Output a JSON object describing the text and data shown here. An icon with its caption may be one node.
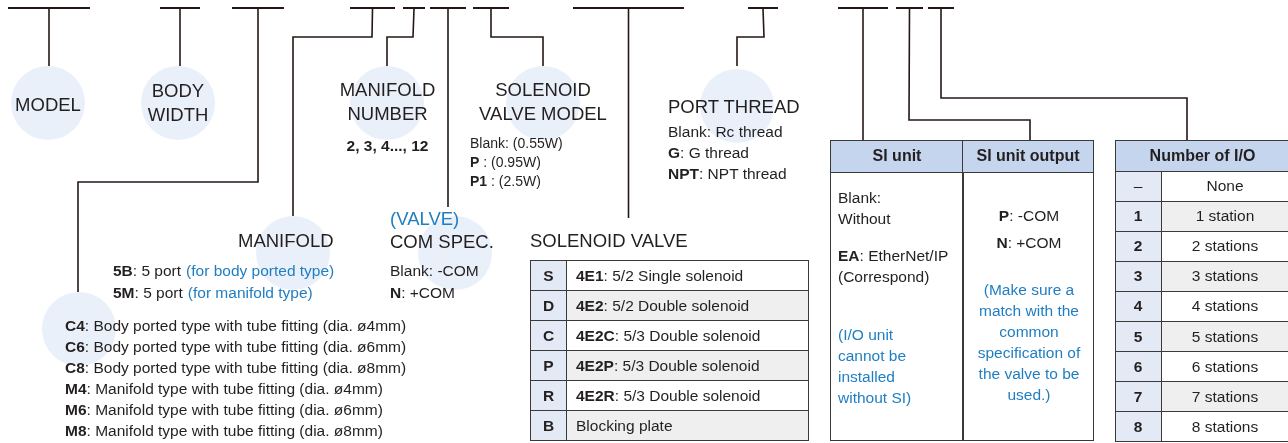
{
  "diagram": {
    "nodes": [
      {
        "text": [],
        "shape": "bar"
      },
      {
        "text": [],
        "shape": "bar"
      },
      {
        "text": [],
        "shape": "bar"
      },
      {
        "text": [],
        "shape": "bar"
      },
      {
        "text": [],
        "shape": "bar"
      },
      {
        "text": [],
        "shape": "bar"
      },
      {
        "text": [],
        "shape": "bar"
      },
      {
        "text": [],
        "shape": "bar"
      },
      {
        "text": [],
        "shape": "bar"
      },
      {
        "text": [],
        "shape": "bar"
      },
      {
        "text": [],
        "shape": "bar"
      },
      {
        "text": [],
        "shape": "bar"
      },
      {
        "text": [
          "MODEL"
        ]
      },
      {
        "text": [
          "BODY WIDTH"
        ]
      },
      {
        "text": [
          "MANIFOLD NUMBER",
          "**2, 3, 4..., 12**"
        ]
      },
      {
        "text": [
          "SOLENOID VALVE MODEL",
          "Blank: (0.55W)",
          "**P** : (0.95W)",
          "**P1** : (2.5W)"
        ]
      },
      {
        "text": [
          "PORT THREAD",
          "Blank: Rc thread",
          "**G**: G thread",
          "**NPT**: NPT thread"
        ]
      },
      {
        "text": [
          "SI unit",
          "Blank: Without",
          "**EA**: EtherNet/IP (Correspond)",
          "(I/O unit cannot be installed without SI)"
        ]
      },
      {
        "text": [
          "SI unit output",
          "**P**: -COM",
          "**N**: +COM",
          "(Make sure a match with the common specification of the valve to be used.)"
        ]
      },
      {
        "text": [
          "Number of I/O"
        ]
      },
      {
        "text": [
          "MANIFOLD",
          "**5B**: 5 port",
          "(for body ported type)",
          "**5M**: 5 port",
          "(for manifold type)"
        ]
      },
      {
        "text": [
          "(VALVE)",
          "COM SPEC.",
          "Blank: -COM",
          "**N**: +COM"
        ]
      },
      {
        "text": [
          "SOLENOID VALVE"
        ]
      },
      {
        "text": [
          "**C4**: Body ported type with tube fitting (dia. ø4mm)",
          "**C6**: Body ported type with tube fitting (dia. ø6mm)",
          "**C8**: Body ported type with tube fitting (dia. ø8mm)",
          "**M4**: Manifold type with tube fitting (dia. ø4mm)",
          "**M6**: Manifold type with tube fitting (dia. ø6mm)",
          "**M8**: Manifold type with tube fitting (dia. ø8mm)"
        ]
      }
    ],
    "edges": [
      {
        "from": 0,
        "to": 12,
        "arrow": "none"
      },
      {
        "from": 1,
        "to": 13,
        "arrow": "none"
      },
      {
        "from": 2,
        "to": 23,
        "arrow": "none"
      },
      {
        "from": 3,
        "to": 20,
        "arrow": "none"
      },
      {
        "from": 4,
        "to": 14,
        "arrow": "none"
      },
      {
        "from": 5,
        "to": 21,
        "arrow": "none"
      },
      {
        "from": 6,
        "to": 15,
        "arrow": "none"
      },
      {
        "from": 7,
        "to": 22,
        "arrow": "none"
      },
      {
        "from": 8,
        "to": 16,
        "arrow": "none"
      },
      {
        "from": 9,
        "to": 17,
        "arrow": "none"
      },
      {
        "from": 10,
        "to": 18,
        "arrow": "none"
      },
      {
        "from": 11,
        "to": 19,
        "arrow": "none"
      }
    ],
    "labels": [
      "S",
      "**4E1**: 5/2 Single solenoid",
      "D",
      "**4E2**: 5/2 Double solenoid",
      "C",
      "**4E2C**: 5/3 Double solenoid",
      "P",
      "**4E2P**: 5/3 Double solenoid",
      "R",
      "**4E2R**: 5/3 Double solenoid",
      "B",
      "Blocking plate",
      "–",
      "None",
      "1",
      "1 station",
      "2",
      "2 stations",
      "3",
      "3 stations",
      "4",
      "4 stations",
      "5",
      "5 stations",
      "6",
      "6 stations",
      "7",
      "7 stations",
      "8",
      "8 stations"
    ]
  }
}
